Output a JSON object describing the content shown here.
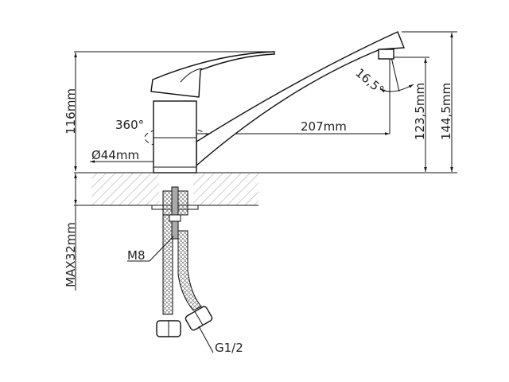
{
  "labels": {
    "height_116": "116mm",
    "max_32": "MAX32mm",
    "rotation": "360°",
    "diameter": "Ø44mm",
    "reach": "207mm",
    "angle": "16,5°",
    "spout_height": "123,5mm",
    "total_height": "144,5mm",
    "thread_m8": "M8",
    "thread_g12": "G1/2"
  },
  "colors": {
    "line": "#111111",
    "hatch": "#888888",
    "background": "#ffffff"
  }
}
